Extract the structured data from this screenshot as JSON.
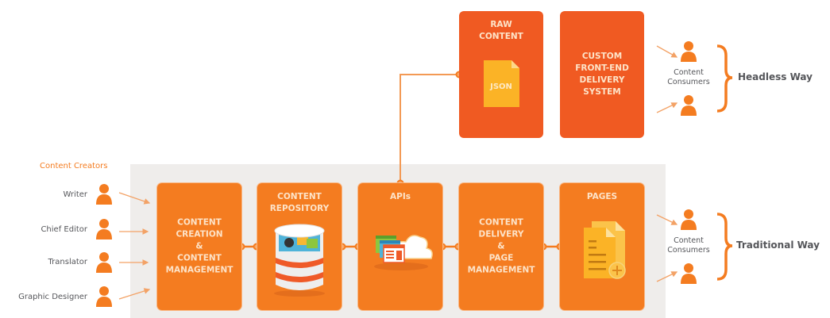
{
  "colors": {
    "box_orange": "#f47c20",
    "box_red_orange": "#f05a22",
    "connector": "#f47c20",
    "text_gray": "#55565a",
    "icon_yellow": "#fbb326",
    "band_gray": "#efedeb"
  },
  "creators": {
    "heading": "Content Creators",
    "roles": [
      {
        "label": "Writer",
        "icon": "person-icon"
      },
      {
        "label": "Chief Editor",
        "icon": "person-icon"
      },
      {
        "label": "Translator",
        "icon": "person-icon"
      },
      {
        "label": "Graphic Designer",
        "icon": "person-icon"
      }
    ]
  },
  "pipeline": [
    {
      "id": "creation",
      "lines": [
        "CONTENT",
        "CREATION",
        "&",
        "CONTENT",
        "MANAGEMENT"
      ]
    },
    {
      "id": "repository",
      "title": [
        "CONTENT",
        "REPOSITORY"
      ],
      "icon": "database-icon"
    },
    {
      "id": "apis",
      "title": [
        "APIs"
      ],
      "icon": "cloud-api-icon"
    },
    {
      "id": "delivery",
      "lines": [
        "CONTENT",
        "DELIVERY",
        "&",
        "PAGE",
        "MANAGEMENT"
      ]
    },
    {
      "id": "pages",
      "title": [
        "PAGES"
      ],
      "icon": "pages-icon"
    }
  ],
  "headless": {
    "raw": {
      "title": [
        "RAW",
        "CONTENT"
      ],
      "icon_label": "JSON"
    },
    "custom": {
      "lines": [
        "CUSTOM",
        "FRONT-END",
        "DELIVERY",
        "SYSTEM"
      ]
    }
  },
  "consumers": {
    "headless": {
      "label_lines": [
        "Content",
        "Consumers"
      ],
      "way": "Headless Way"
    },
    "traditional": {
      "label_lines": [
        "Content",
        "Consumers"
      ],
      "way": "Traditional Way"
    }
  }
}
